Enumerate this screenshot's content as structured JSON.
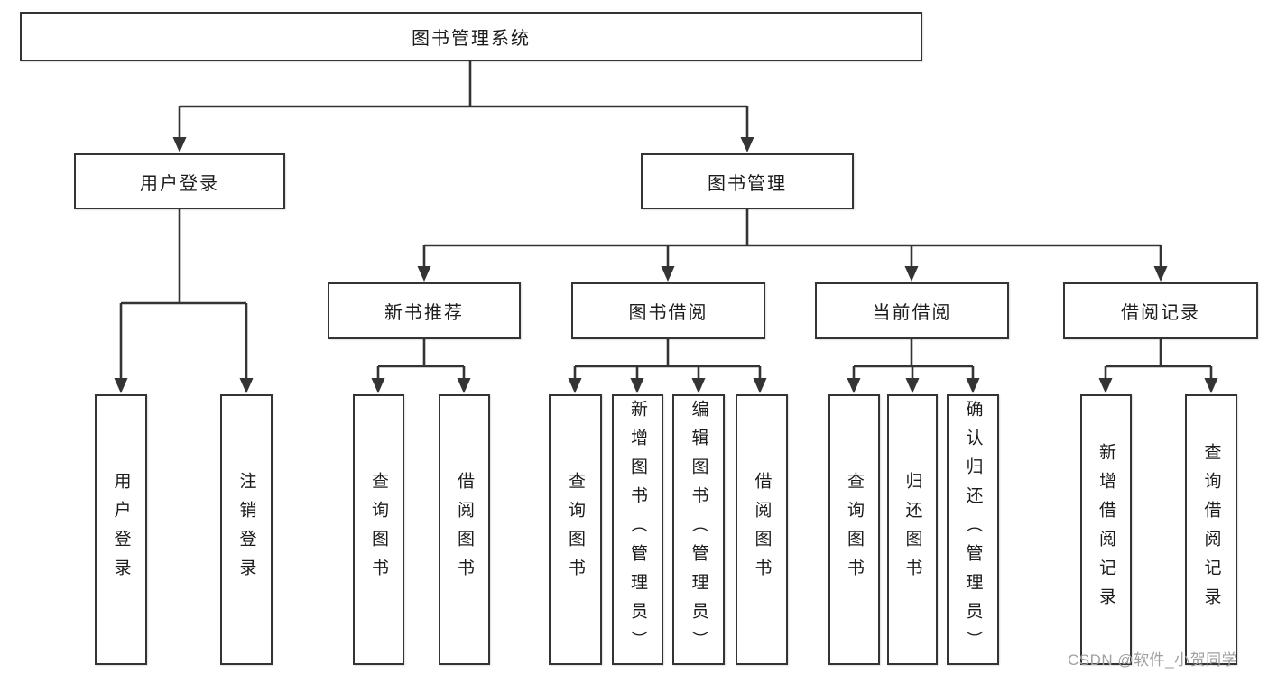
{
  "watermark": "CSDN @软件_小贺同学",
  "colors": {
    "line": "#343434",
    "box_border": "#343434",
    "text": "#1c1c1c",
    "watermark": "#a0a0a0",
    "background": "#ffffff"
  },
  "nodes": {
    "root": "图书管理系统",
    "user_login": "用户登录",
    "book_mgmt": "图书管理",
    "new_rec": "新书推荐",
    "book_borrow": "图书借阅",
    "current_borrow": "当前借阅",
    "borrow_records": "借阅记录",
    "leaf_user_login": "用户登录",
    "leaf_logout": "注销登录",
    "leaf_rec_query": "查询图书",
    "leaf_rec_borrow": "借阅图书",
    "leaf_bb_query": "查询图书",
    "leaf_bb_add": "新增图书（管理员）",
    "leaf_bb_edit": "编辑图书（管理员）",
    "leaf_bb_borrow": "借阅图书",
    "leaf_cb_query": "查询图书",
    "leaf_cb_return": "归还图书",
    "leaf_cb_confirm": "确认归还（管理员）",
    "leaf_br_add": "新增借阅记录",
    "leaf_br_query": "查询借阅记录"
  },
  "structure": {
    "图书管理系统": {
      "用户登录": [
        "用户登录",
        "注销登录"
      ],
      "图书管理": {
        "新书推荐": [
          "查询图书",
          "借阅图书"
        ],
        "图书借阅": [
          "查询图书",
          "新增图书（管理员）",
          "编辑图书（管理员）",
          "借阅图书"
        ],
        "当前借阅": [
          "查询图书",
          "归还图书",
          "确认归还（管理员）"
        ],
        "借阅记录": [
          "新增借阅记录",
          "查询借阅记录"
        ]
      }
    }
  }
}
